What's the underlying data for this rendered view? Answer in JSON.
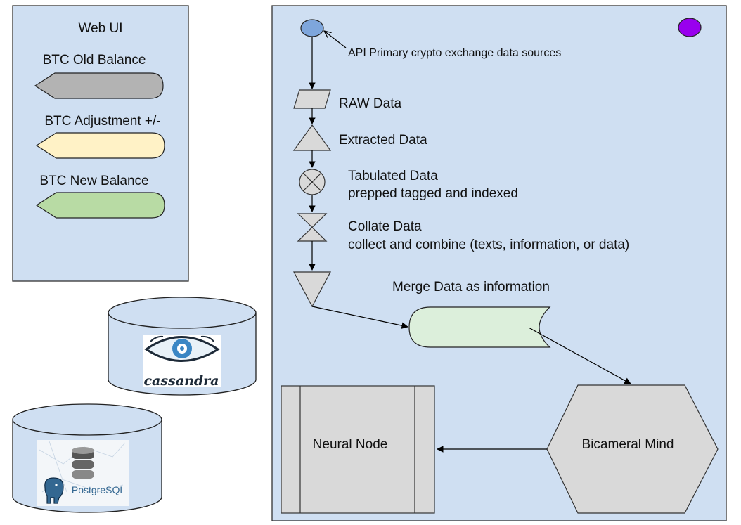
{
  "colors": {
    "panel_fill": "#cfdff2",
    "panel_border": "#333333",
    "node_fill": "#d9d9d9",
    "old_balance": "#b3b3b3",
    "adjustment": "#fff2c6",
    "new_balance": "#b8dba4",
    "merge_doc": "#dcefdb",
    "source_node": "#7ea6dc",
    "status_node": "#9900ee",
    "line": "#000000"
  },
  "web_ui": {
    "title": "Web UI",
    "legend": [
      {
        "label": "BTC Old Balance",
        "shape": "display-shape",
        "color_key": "old_balance"
      },
      {
        "label": "BTC Adjustment +/-",
        "shape": "display-shape",
        "color_key": "adjustment"
      },
      {
        "label": "BTC New Balance",
        "shape": "display-shape",
        "color_key": "new_balance"
      }
    ]
  },
  "databases": {
    "cassandra": {
      "logo_text": "cassandra",
      "icon": "cassandra-eye-icon"
    },
    "postgres": {
      "logo_text": "PostgreSQL",
      "icon": "postgresql-elephant-icon"
    }
  },
  "flow": {
    "source_label": "API Primary crypto exchange data sources",
    "raw_label": "RAW Data",
    "extracted_label": "Extracted Data",
    "tabulated_line1": "Tabulated Data",
    "tabulated_line2": "prepped tagged and indexed",
    "collate_line1": "Collate Data",
    "collate_line2": "collect and combine (texts, information, or data)",
    "merge_label": "Merge Data as information",
    "bicameral_label": "Bicameral Mind",
    "neural_label": "Neural Node"
  }
}
